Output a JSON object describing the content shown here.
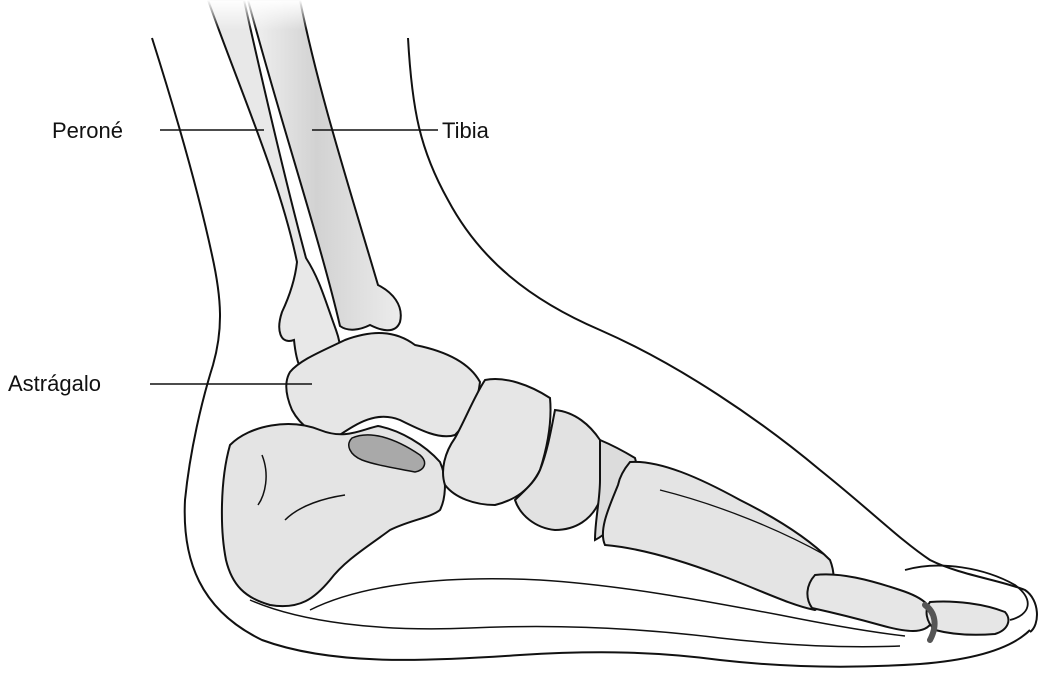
{
  "labels": {
    "perone": "Peroné",
    "tibia": "Tibia",
    "astragalo": "Astrágalo"
  },
  "colors": {
    "bone_fill": "#e6e6e6",
    "bone_shade": "#bdbdbd",
    "outline": "#111111",
    "background": "#ffffff"
  }
}
